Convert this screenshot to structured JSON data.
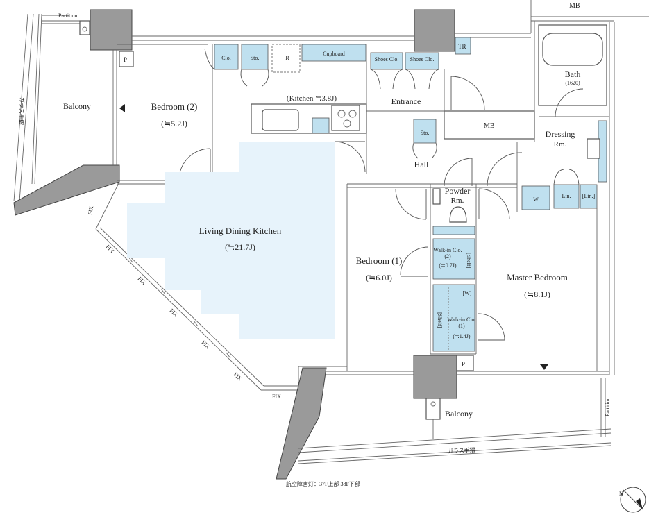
{
  "rooms": {
    "partition_top": "Partition",
    "partition_right": "Partition",
    "mb_top": "MB",
    "mb_middle": "MB",
    "tr": "TR",
    "p_top": "P",
    "p_bottom": "P",
    "balcony_left": "Balcony",
    "balcony_bottom": "Balcony",
    "bedroom2_name": "Bedroom (2)",
    "bedroom2_size": "(≒5.2J)",
    "clo": "Clo.",
    "sto_top": "Sto.",
    "sto_hall": "Sto.",
    "r": "R",
    "cupboard": "Cupboard",
    "shoes_clo_1": "Shoes Clo.",
    "shoes_clo_2": "Shoes Clo.",
    "kitchen": "(Kitchen ≒3.8J)",
    "entrance": "Entrance",
    "bath_name": "Bath",
    "bath_size": "(1620)",
    "dressing_1": "Dressing",
    "dressing_2": "Rm.",
    "hall": "Hall",
    "powder_1": "Powder",
    "powder_2": "Rm.",
    "w": "W",
    "lin_1": "Lin.",
    "lin_2": "[Lin.]",
    "ldk_name": "Living Dining Kitchen",
    "ldk_size": "(≒21.7J)",
    "bedroom1_name": "Bedroom (1)",
    "bedroom1_size": "(≒6.0J)",
    "wic2_name": "Walk-in Clo.",
    "wic2_num": "(2)",
    "wic2_size": "(≒0.7J)",
    "wic2_shelf": "[Shelf]",
    "wic1_name": "Walk-in Clo.",
    "wic1_num": "(1)",
    "wic1_size": "(≒1.4J)",
    "wic1_shelf": "[Shelf]",
    "wic1_w": "[W]",
    "master_name": "Master Bedroom",
    "master_size": "(≒8.1J)",
    "fix": "FIX",
    "glass_rail_left": "ガラス手摺",
    "glass_rail_bottom": "ガラス手摺",
    "aviation_light": "航空障害灯：37F上部 38F下部"
  }
}
